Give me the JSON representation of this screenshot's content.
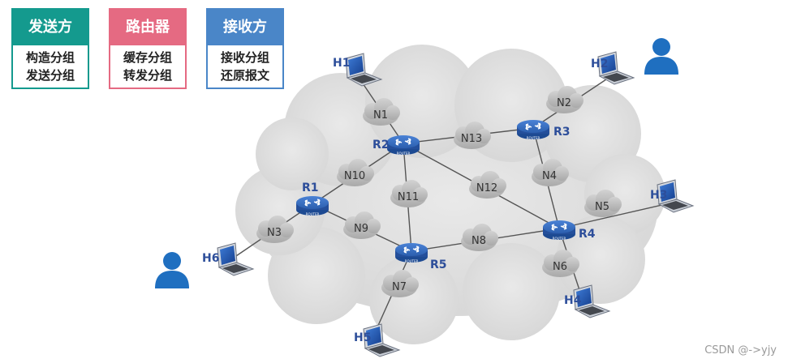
{
  "colors": {
    "sender": "#149a8e",
    "router_role": "#e56a82",
    "receiver": "#4a86c8",
    "router_body": "#2f63b5",
    "label_blue": "#2d4e9a",
    "user": "#1f6fc0"
  },
  "roles": [
    {
      "title": "发送方",
      "lines": [
        "构造分组",
        "发送分组"
      ]
    },
    {
      "title": "路由器",
      "lines": [
        "缓存分组",
        "转发分组"
      ]
    },
    {
      "title": "接收方",
      "lines": [
        "接收分组",
        "还原报文"
      ]
    }
  ],
  "routers": {
    "R1": "R1",
    "R2": "R2",
    "R3": "R3",
    "R4": "R4",
    "R5": "R5"
  },
  "router_badge": "ROUTER",
  "networks": {
    "N1": "N1",
    "N2": "N2",
    "N3": "N3",
    "N4": "N4",
    "N5": "N5",
    "N6": "N6",
    "N7": "N7",
    "N8": "N8",
    "N9": "N9",
    "N10": "N10",
    "N11": "N11",
    "N12": "N12",
    "N13": "N13"
  },
  "hosts": {
    "H1": "H1",
    "H2": "H2",
    "H3": "H3",
    "H4": "H4",
    "H5": "H5",
    "H6": "H6"
  },
  "watermark": "CSDN @->yjy"
}
